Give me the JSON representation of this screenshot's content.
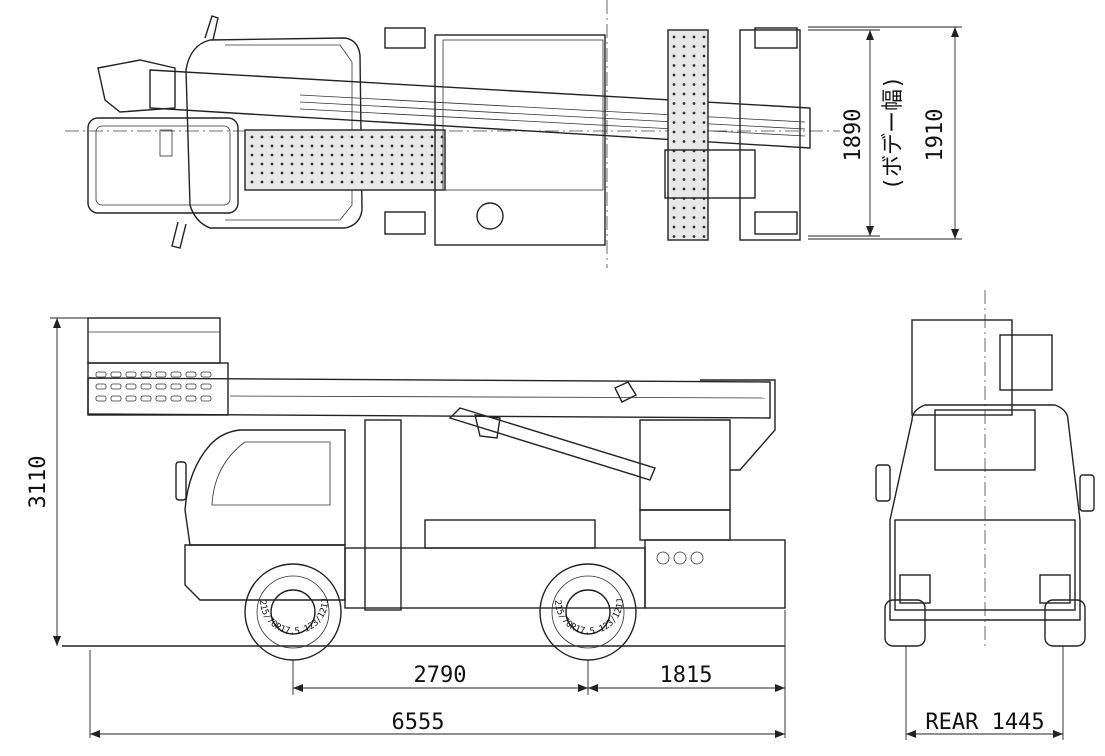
{
  "dimensions": {
    "body_width_inner": "1890",
    "body_width_label": "(ボデー幅)",
    "overall_width": "1910",
    "overall_height": "3110",
    "wheelbase": "2790",
    "rear_overhang": "1815",
    "overall_length": "6555",
    "rear_track": "REAR 1445"
  },
  "tire_marking": "215/70R17.5 123/121J",
  "colors": {
    "line": "#222222",
    "background": "#ffffff"
  }
}
